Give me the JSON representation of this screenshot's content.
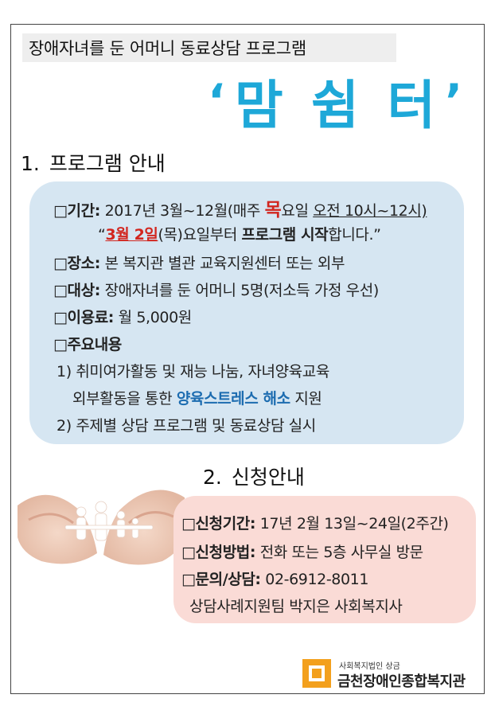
{
  "header": {
    "subtitle": "장애자녀를 둔 어머니 동료상담 프로그램",
    "quote_open": "‘",
    "title": "맘 쉼 터",
    "quote_close": "’"
  },
  "section1": {
    "number": "1.",
    "title": "프로그램  안내",
    "period_label": "□기간:",
    "period_value_a": "2017년 3월~12월(매주 ",
    "period_highlight": "목",
    "period_value_b": "요일 ",
    "period_value_c": "오전 10시~12시)",
    "start_open": "“",
    "start_date": "3월 2일",
    "start_mid": "(목)요일부터 ",
    "start_bold": "프로그램 시작",
    "start_end": "합니다.”",
    "place_label": "□장소:",
    "place_value": "본 복지관 별관 교육지원센터 또는 외부",
    "target_label": "□대상:",
    "target_value": "장애자녀를 둔 어머니 5명(저소득 가정 우선)",
    "fee_label": "□이용료:",
    "fee_value": "월 5,000원",
    "content_label": "□주요내용",
    "item1_a": "1) 취미여가활동 및 재능 나눔, 자녀양육교육",
    "item1_b_a": "외부활동을 통한 ",
    "item1_b_highlight": "양육스트레스 해소",
    "item1_b_c": " 지원",
    "item2": "2) 주제별 상담 프로그램 및 동료상담 실시"
  },
  "section2": {
    "number": "2.",
    "title": "신청안내",
    "apply_period_label": "□신청기간:",
    "apply_period_value": "17년 2월 13일~24일(2주간)",
    "apply_method_label": "□신청방법:",
    "apply_method_value": "전화 또는 5층 사무실 방문",
    "contact_label": "□문의/상담:",
    "contact_value": "02-6912-8011",
    "contact_person": "상담사례지원팀 박지은 사회복지사"
  },
  "logo": {
    "small": "사회복지법인 상금",
    "name": "금천장애인종합복지관"
  },
  "colors": {
    "title_blue": "#1ea8d8",
    "highlight_red": "#d2261f",
    "highlight_blue": "#1c6cb0",
    "info_box": "#d6e6f2",
    "apply_box": "#fadbd6",
    "logo_orange": "#f3a01d"
  }
}
